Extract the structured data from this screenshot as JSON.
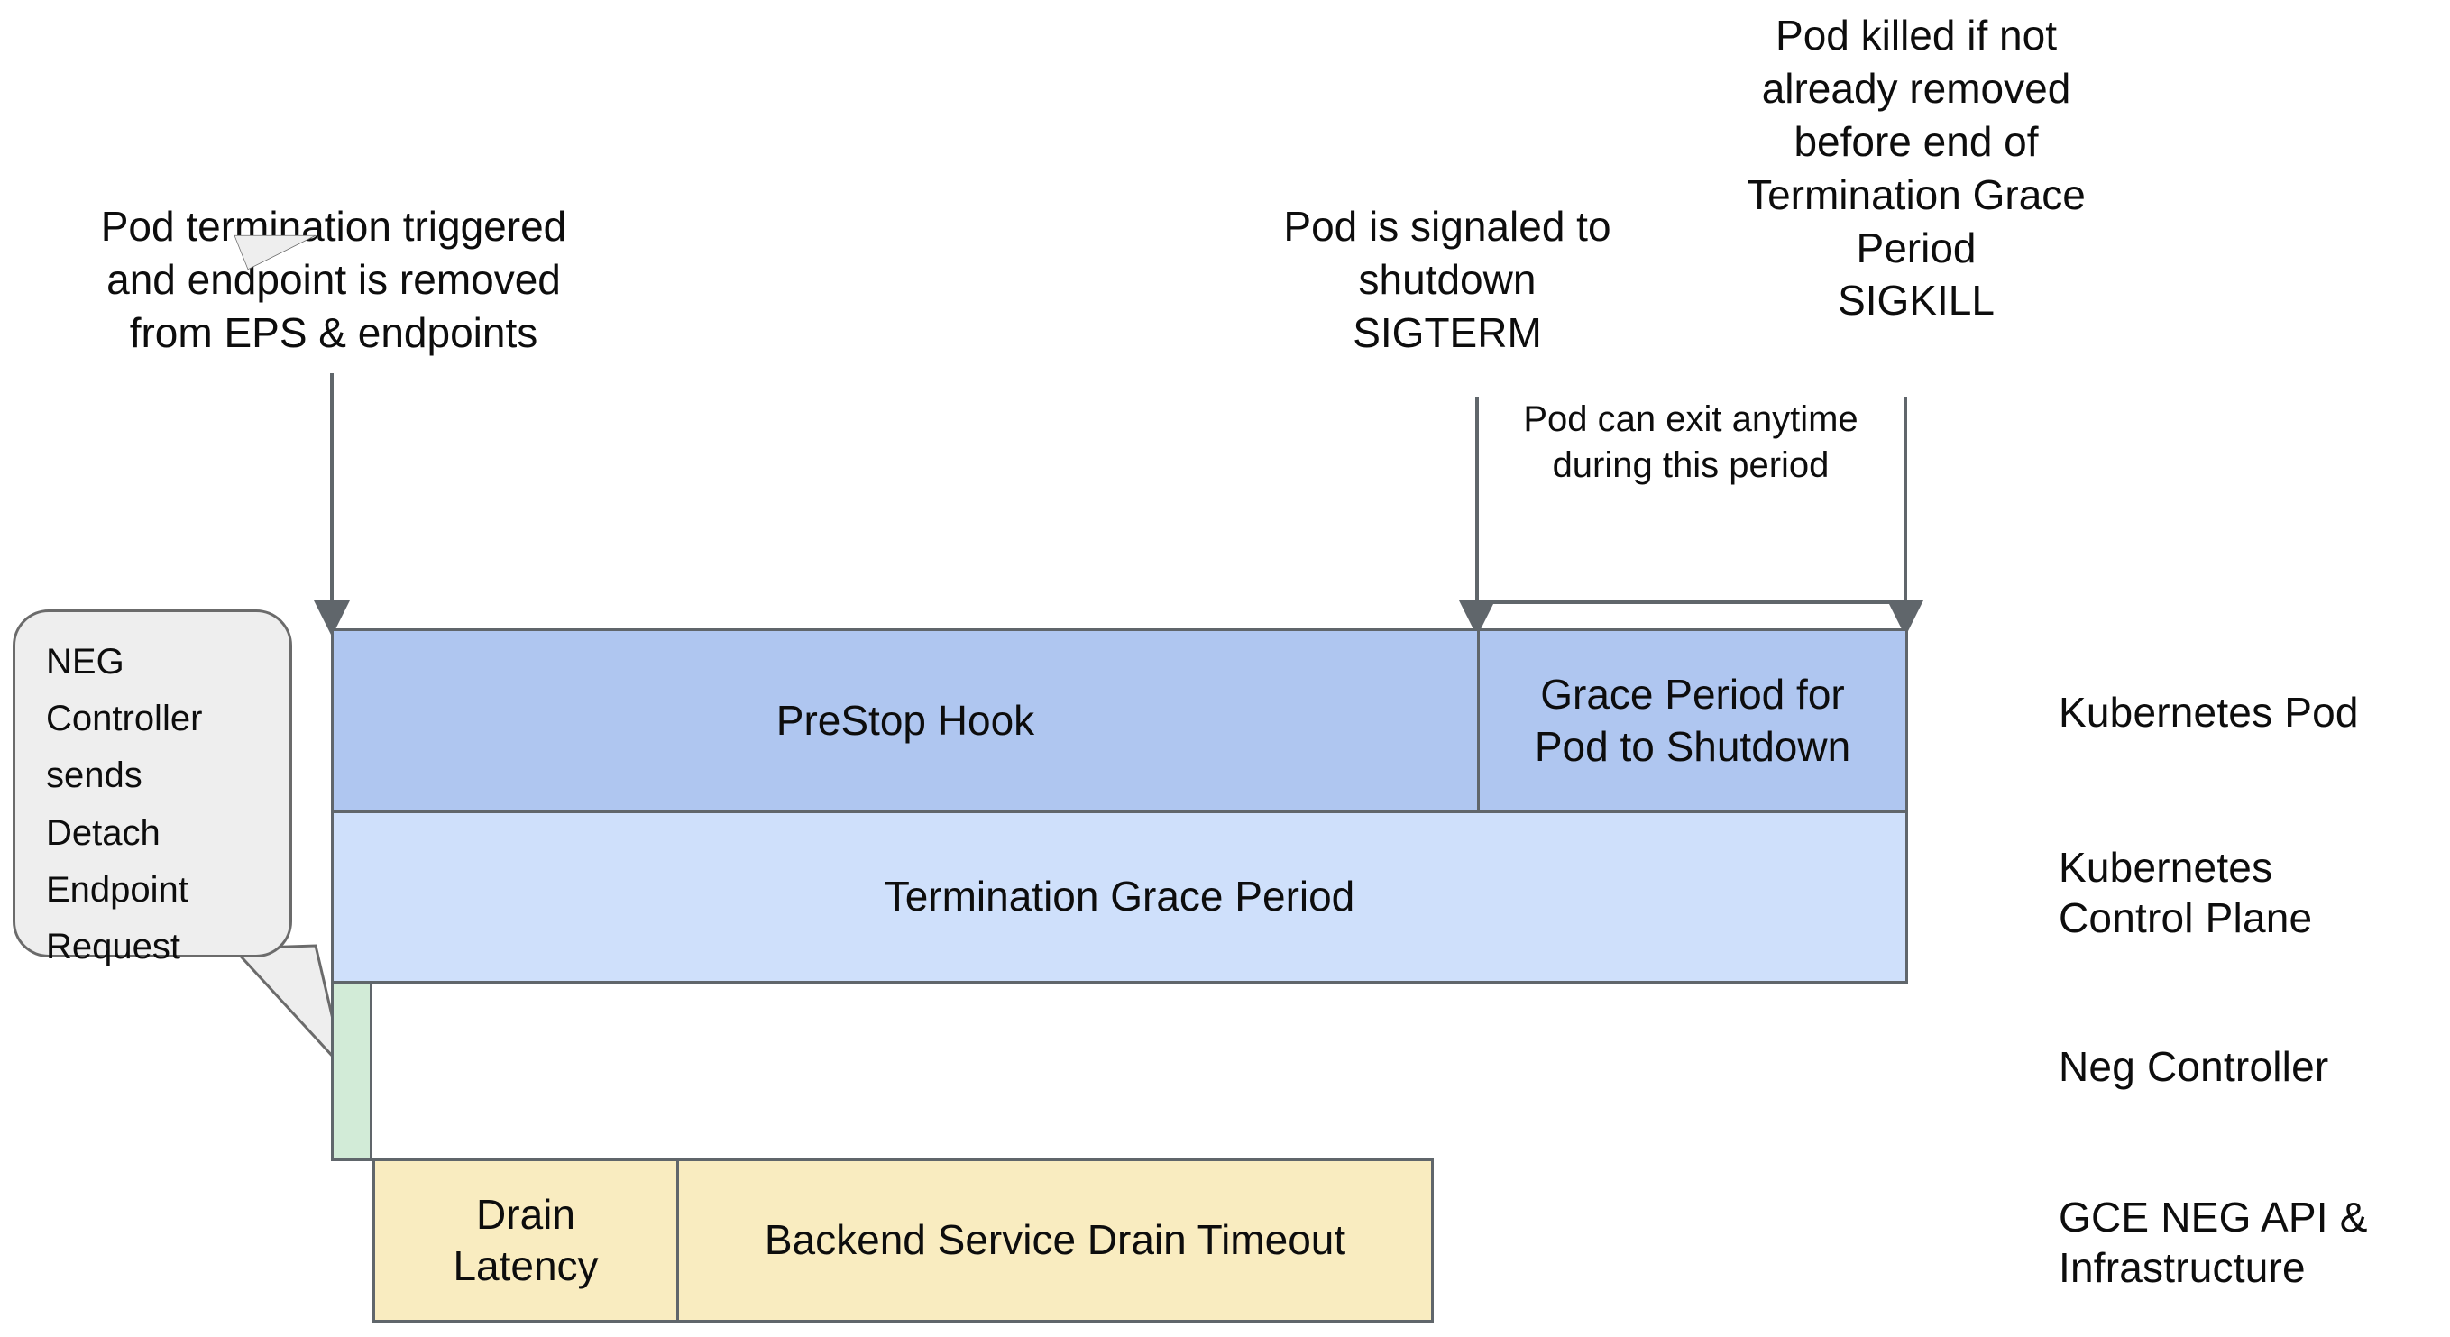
{
  "diagram": {
    "title": "Kubernetes Pod termination timeline with NEG endpoint draining",
    "colors": {
      "pod_bar": "#AFC6F0",
      "control_plane_bar": "#CFE0FB",
      "neg_bar": "#D2EBD7",
      "gce_bar": "#F9ECC0",
      "stroke": "#60666b",
      "callout_bg": "#EEEEEE",
      "callout_stroke": "#6B6B6B",
      "text": "#0D0D0D"
    }
  },
  "annotations": [
    {
      "id": "pod-termination-triggered",
      "text": "Pod termination triggered\nand endpoint is removed\nfrom EPS & endpoints"
    },
    {
      "id": "pod-signaled-shutdown",
      "text": "Pod is signaled to\nshutdown\nSIGTERM"
    },
    {
      "id": "pod-killed-sigkill",
      "text": "Pod killed if not\nalready removed\nbefore end of\nTermination Grace\nPeriod\nSIGKILL"
    },
    {
      "id": "pod-can-exit-anytime",
      "text": "Pod can exit anytime\nduring this period"
    }
  ],
  "callout": {
    "id": "neg-controller-detach",
    "text": "NEG\nController\nsends\nDetach\nEndpoint\nRequest"
  },
  "bars": [
    {
      "id": "prestop-hook",
      "label": "PreStop Hook"
    },
    {
      "id": "grace-period-pod-shutdown",
      "label": "Grace Period for\nPod to Shutdown"
    },
    {
      "id": "termination-grace-period",
      "label": "Termination Grace Period"
    },
    {
      "id": "neg-controller-activity",
      "label": ""
    },
    {
      "id": "drain-latency",
      "label": "Drain\nLatency"
    },
    {
      "id": "backend-service-drain-timeout",
      "label": "Backend Service Drain Timeout"
    }
  ],
  "legend": [
    {
      "id": "kubernetes-pod",
      "label": "Kubernetes Pod"
    },
    {
      "id": "kubernetes-control-plane",
      "label": "Kubernetes\nControl Plane"
    },
    {
      "id": "neg-controller",
      "label": "Neg Controller"
    },
    {
      "id": "gce-neg-api",
      "label": "GCE NEG API &\nInfrastructure"
    }
  ]
}
